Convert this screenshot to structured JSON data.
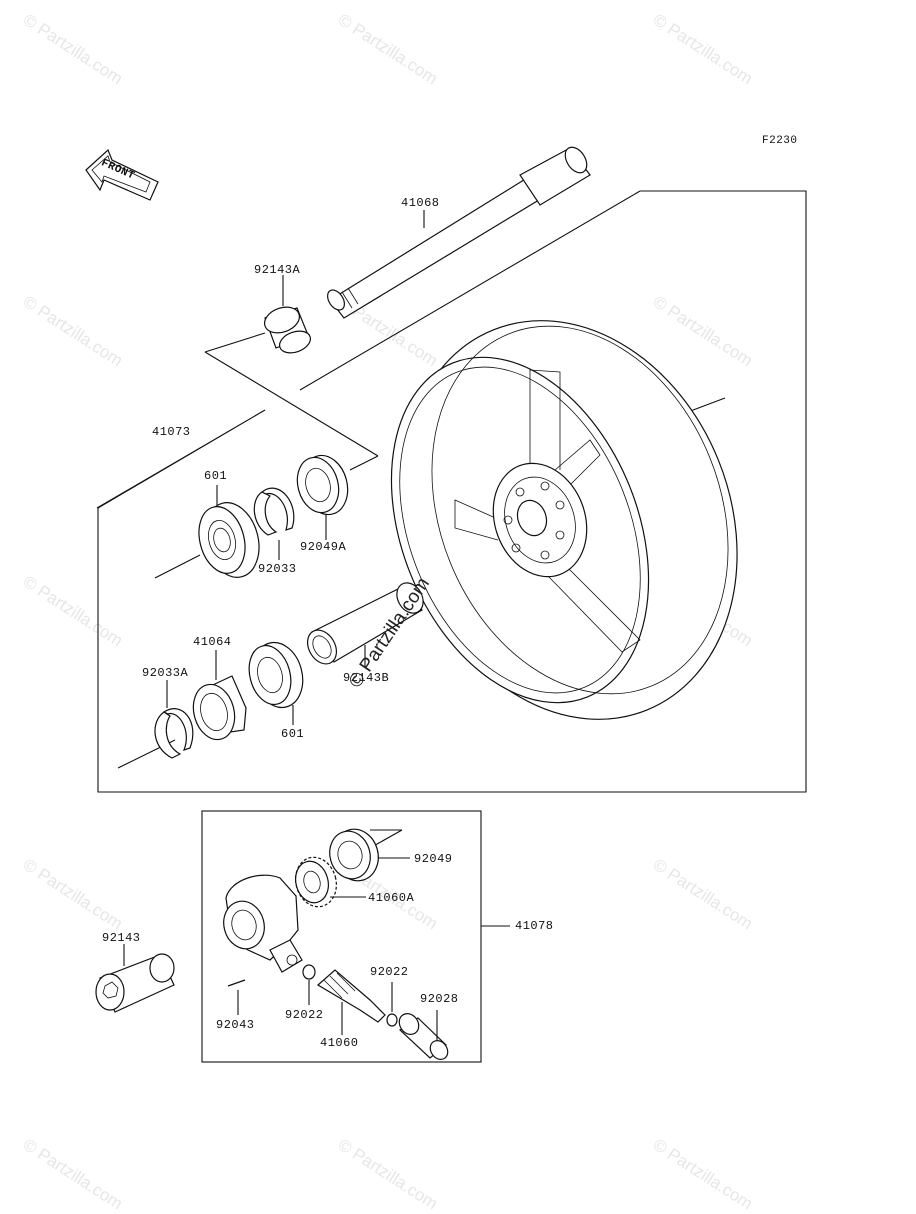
{
  "figure_code": "F2230",
  "front_label": "FRONT",
  "watermark_small": "© Partzilla.com",
  "watermark_center": "© Partzilla.com",
  "parts": {
    "p41068": "41068",
    "p92143A": "92143A",
    "p41073": "41073",
    "p601_top": "601",
    "p92049A": "92049A",
    "p92033": "92033",
    "p41064": "41064",
    "p92033A": "92033A",
    "p92143B": "92143B",
    "p601_bottom": "601",
    "p92049": "92049",
    "p41060A": "41060A",
    "p41078": "41078",
    "p92143": "92143",
    "p92022_right": "92022",
    "p92028": "92028",
    "p92043": "92043",
    "p92022_left": "92022",
    "p41060": "41060"
  }
}
